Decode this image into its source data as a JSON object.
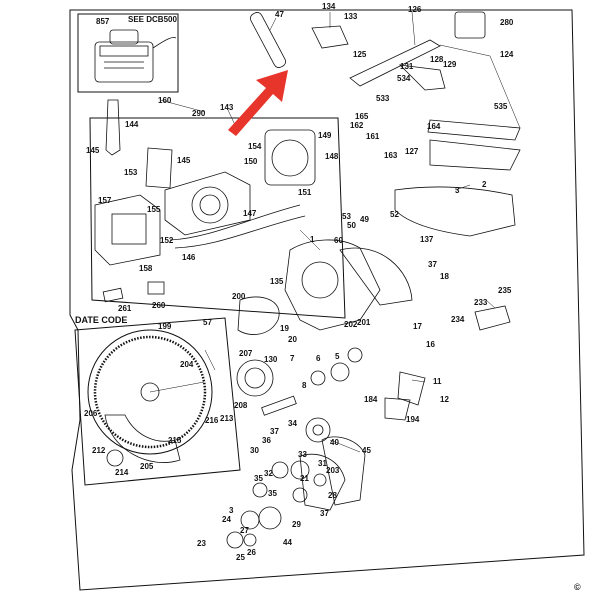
{
  "diagram": {
    "see_note": "SEE DCB500",
    "date_code": "DATE CODE",
    "copyright": "©",
    "arrow_color": "#e8352b",
    "labels": {
      "l857": "857",
      "l47": "47",
      "l134": "134",
      "l133": "133",
      "l126": "126",
      "l280": "280",
      "l125": "125",
      "l124": "124",
      "l128": "128",
      "l129": "129",
      "l131": "131",
      "l534": "534",
      "l533": "533",
      "l535": "535",
      "l165": "165",
      "l162": "162",
      "l164": "164",
      "l161": "161",
      "l163": "163",
      "l127": "127",
      "l160": "160",
      "l143": "143",
      "l290": "290",
      "l144": "144",
      "l145a": "145",
      "l145b": "145",
      "l153": "153",
      "l154": "154",
      "l149": "149",
      "l150": "150",
      "l148": "148",
      "l151": "151",
      "l157": "157",
      "l155": "155",
      "l147": "147",
      "l152": "152",
      "l146": "146",
      "l158": "158",
      "l3a": "3",
      "l2": "2",
      "l53": "53",
      "l52": "52",
      "l50": "50",
      "l49": "49",
      "l60": "60",
      "l1": "1",
      "l137": "137",
      "l37a": "37",
      "l18": "18",
      "l261": "261",
      "l260": "260",
      "l200": "200",
      "l135": "135",
      "l235": "235",
      "l233": "233",
      "l234": "234",
      "l199": "199",
      "l57": "57",
      "l207": "207",
      "l130": "130",
      "l19": "19",
      "l20": "20",
      "l202": "202",
      "l201": "201",
      "l17": "17",
      "l16": "16",
      "l204": "204",
      "l7": "7",
      "l6": "6",
      "l5": "5",
      "l8": "8",
      "l11": "11",
      "l184": "184",
      "l12": "12",
      "l194": "194",
      "l206": "206",
      "l216": "216",
      "l213": "213",
      "l208": "208",
      "l215": "215",
      "l212": "212",
      "l214": "214",
      "l205": "205",
      "l37b": "37",
      "l34": "34",
      "l36": "36",
      "l30": "30",
      "l33": "33",
      "l40": "40",
      "l45": "45",
      "l31": "31",
      "l203": "203",
      "l35a": "35",
      "l32": "32",
      "l35b": "35",
      "l21": "21",
      "l28": "28",
      "l3b": "3",
      "l37c": "37",
      "l24": "24",
      "l27": "27",
      "l29": "29",
      "l23": "23",
      "l25": "25",
      "l44": "44",
      "l26": "26"
    }
  }
}
